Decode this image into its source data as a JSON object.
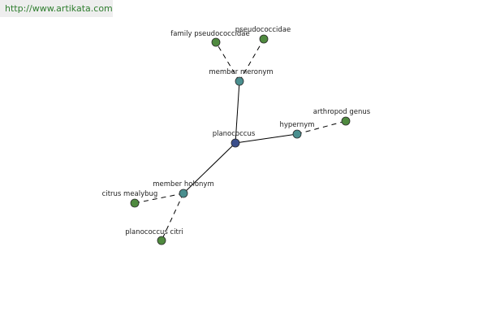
{
  "watermark": "http://www.artikata.com",
  "colors": {
    "center": "#3b4f8c",
    "relation": "#4a8f8f",
    "leaf": "#4f8a3f",
    "stroke": "#2a2a2a"
  },
  "nodes": [
    {
      "id": "planococcus",
      "label": "planococcus",
      "kind": "center"
    },
    {
      "id": "member-meronym",
      "label": "member meronym",
      "kind": "relation"
    },
    {
      "id": "hypernym",
      "label": "hypernym",
      "kind": "relation"
    },
    {
      "id": "member-holonym",
      "label": "member holonym",
      "kind": "relation"
    },
    {
      "id": "family-pseudococcidae",
      "label": "family pseudococcidae",
      "kind": "leaf"
    },
    {
      "id": "pseudococcidae",
      "label": "pseudococcidae",
      "kind": "leaf"
    },
    {
      "id": "arthropod-genus",
      "label": "arthropod genus",
      "kind": "leaf"
    },
    {
      "id": "citrus-mealybug",
      "label": "citrus mealybug",
      "kind": "leaf"
    },
    {
      "id": "planococcus-citri",
      "label": "planococcus citri",
      "kind": "leaf"
    }
  ],
  "edges": [
    {
      "from": "planococcus",
      "to": "member-meronym",
      "style": "solid"
    },
    {
      "from": "planococcus",
      "to": "hypernym",
      "style": "solid"
    },
    {
      "from": "planococcus",
      "to": "member-holonym",
      "style": "solid"
    },
    {
      "from": "member-meronym",
      "to": "family-pseudococcidae",
      "style": "dashed"
    },
    {
      "from": "member-meronym",
      "to": "pseudococcidae",
      "style": "dashed"
    },
    {
      "from": "hypernym",
      "to": "arthropod-genus",
      "style": "dashed"
    },
    {
      "from": "member-holonym",
      "to": "citrus-mealybug",
      "style": "dashed"
    },
    {
      "from": "member-holonym",
      "to": "planococcus-citri",
      "style": "dashed"
    }
  ]
}
